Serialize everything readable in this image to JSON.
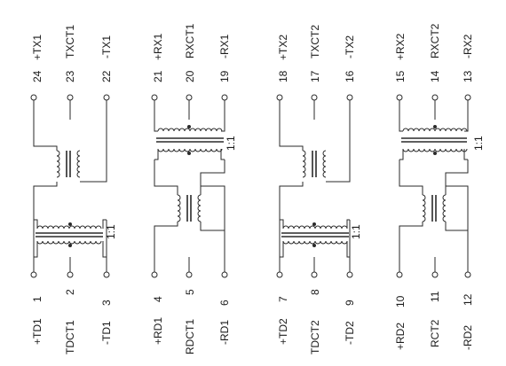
{
  "colors": {
    "ink": "#2a2a2a",
    "background": "#ffffff"
  },
  "channels": [
    {
      "id": "tx1",
      "top": {
        "pos": "+TX1",
        "ct": "TXCT1",
        "neg": "-TX1",
        "pin_pos": "24",
        "pin_ct": "23",
        "pin_neg": "22"
      },
      "bottom": {
        "pos": "+TD1",
        "ct": "TDCT1",
        "neg": "-TD1",
        "pin_pos": "1",
        "pin_ct": "2",
        "pin_neg": "3"
      },
      "ratio": "1:1"
    },
    {
      "id": "rx1",
      "top": {
        "pos": "+RX1",
        "ct": "RXCT1",
        "neg": "-RX1",
        "pin_pos": "21",
        "pin_ct": "20",
        "pin_neg": "19"
      },
      "bottom": {
        "pos": "+RD1",
        "ct": "RDCT1",
        "neg": "-RD1",
        "pin_pos": "4",
        "pin_ct": "5",
        "pin_neg": "6"
      },
      "ratio": "1:1"
    },
    {
      "id": "tx2",
      "top": {
        "pos": "+TX2",
        "ct": "TXCT2",
        "neg": "-TX2",
        "pin_pos": "18",
        "pin_ct": "17",
        "pin_neg": "16"
      },
      "bottom": {
        "pos": "+TD2",
        "ct": "TDCT2",
        "neg": "-TD2",
        "pin_pos": "7",
        "pin_ct": "8",
        "pin_neg": "9"
      },
      "ratio": "1:1"
    },
    {
      "id": "rx2",
      "top": {
        "pos": "+RX2",
        "ct": "RXCT2",
        "neg": "-RX2",
        "pin_pos": "15",
        "pin_ct": "14",
        "pin_neg": "13"
      },
      "bottom": {
        "pos": "+RD2",
        "ct": "RCT2",
        "neg": "-RD2",
        "pin_pos": "10",
        "pin_ct": "11",
        "pin_neg": "12"
      },
      "ratio": "1:1"
    }
  ]
}
